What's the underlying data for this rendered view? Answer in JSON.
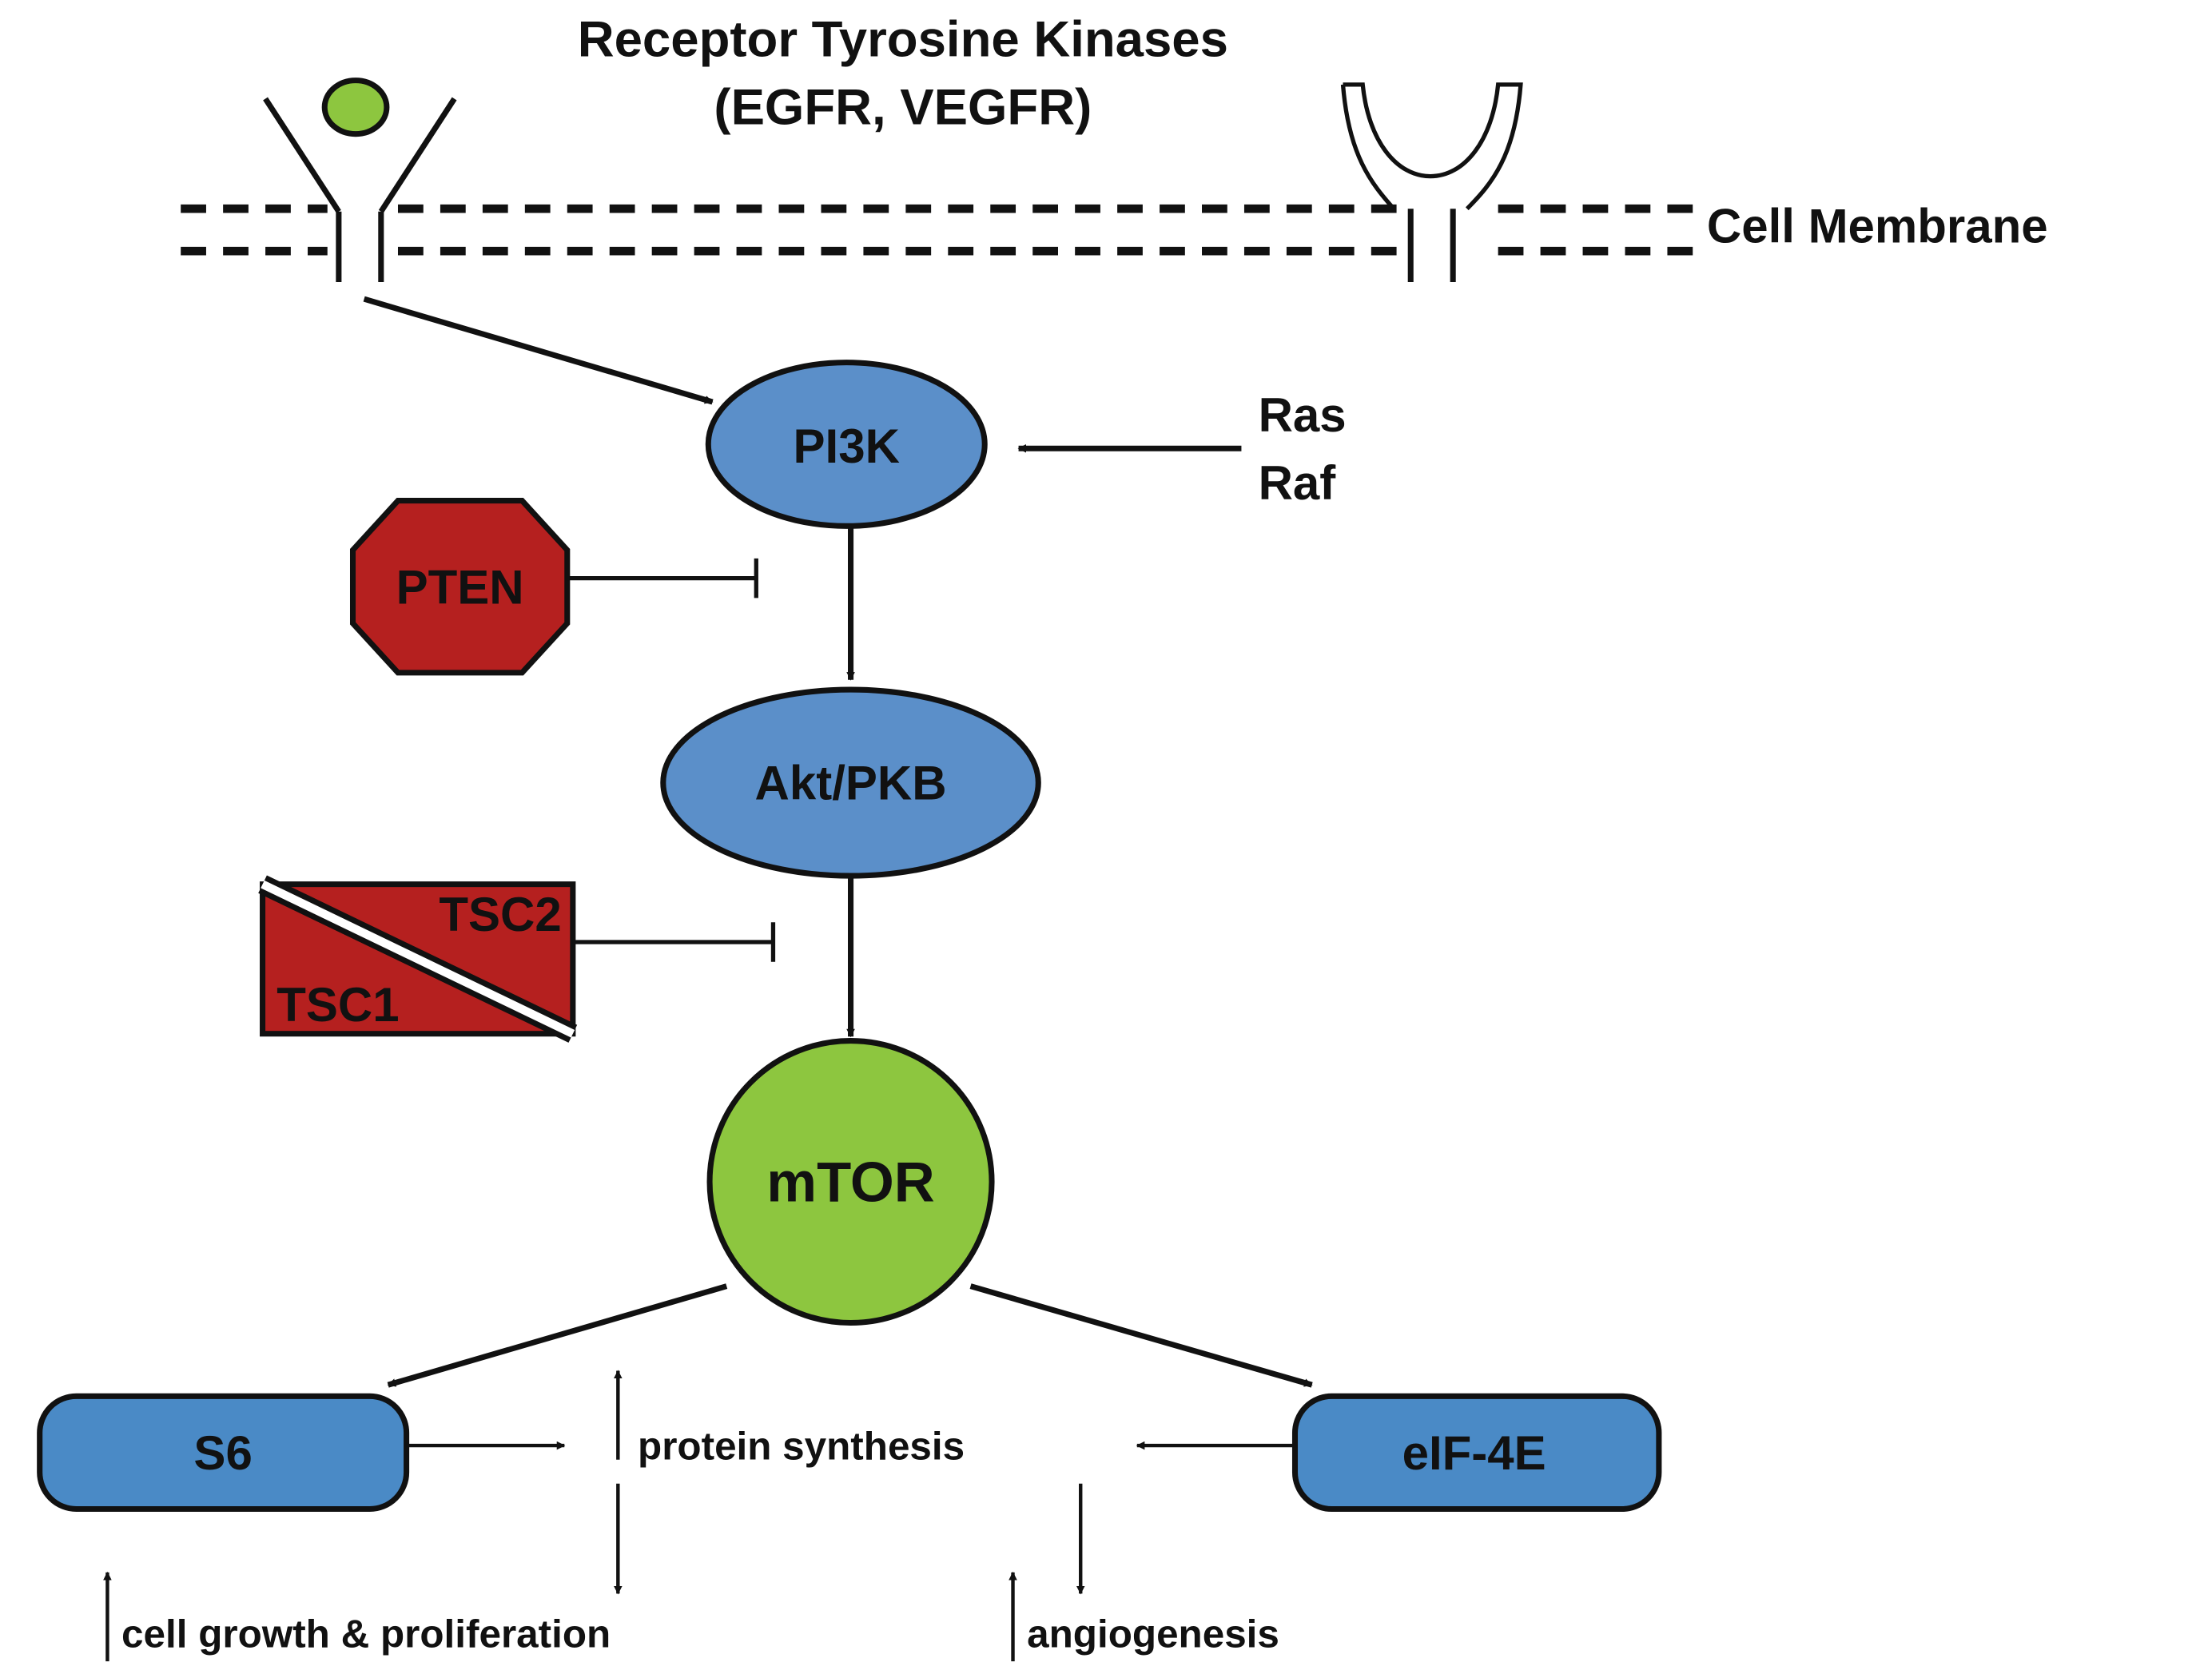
{
  "title": {
    "line1": "Receptor Tyrosine Kinases",
    "line2": "(EGFR, VEGFR)"
  },
  "membrane_label": "Cell Membrane",
  "nodes": {
    "pi3k": "PI3K",
    "akt": "Akt/PKB",
    "mtor": "mTOR",
    "s6": "S6",
    "eif4e": "eIF-4E"
  },
  "inhibitors": {
    "pten": "PTEN",
    "tsc2": "TSC2",
    "tsc1": "TSC1"
  },
  "upstream": {
    "ras": "Ras",
    "raf": "Raf"
  },
  "outcomes": {
    "protein_synthesis": "protein synthesis",
    "cell_growth": "cell growth & proliferation",
    "angiogenesis": "angiogenesis"
  },
  "colors": {
    "blue_node": "#5b8fc9",
    "blue_box": "#4a8ac6",
    "green_node": "#8dc63f",
    "ligand_green": "#8dc63f",
    "inhibitor_red": "#b5201f",
    "line": "#111111"
  }
}
